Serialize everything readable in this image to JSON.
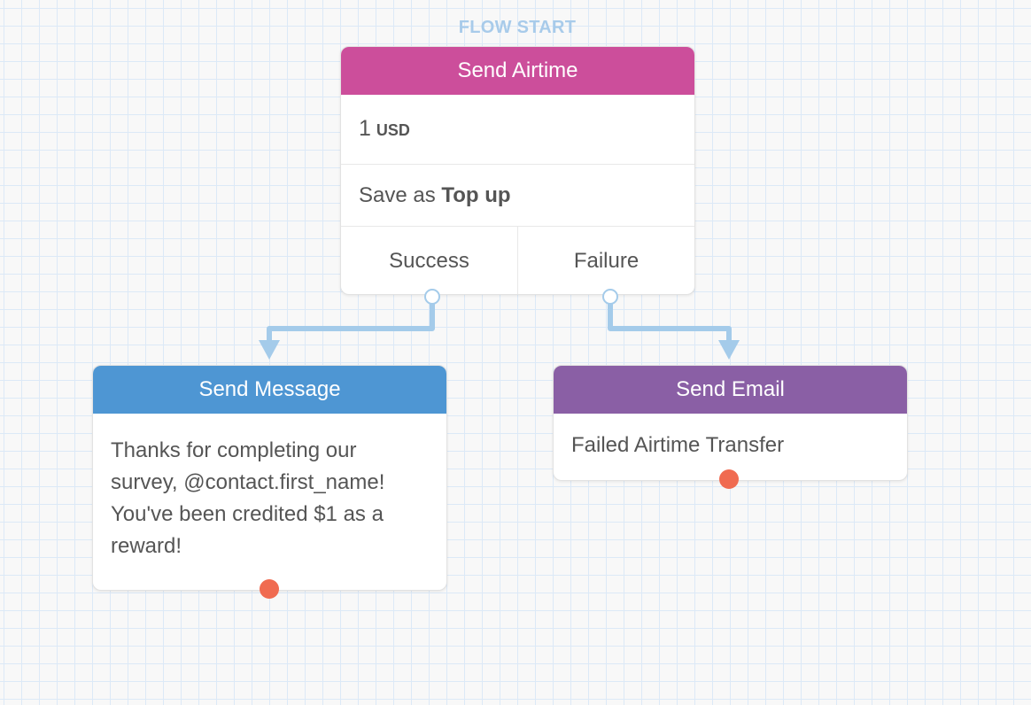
{
  "flow_start_label": "FLOW START",
  "airtime_node": {
    "title": "Send Airtime",
    "amount": "1",
    "currency": "USD",
    "save_prefix": "Save as",
    "save_name": "Top up",
    "exits": [
      "Success",
      "Failure"
    ]
  },
  "message_node": {
    "title": "Send Message",
    "text": "Thanks for completing our survey, @contact.first_name! You've been credited $1 as a reward!"
  },
  "email_node": {
    "title": "Send Email",
    "subject": "Failed Airtime Transfer"
  },
  "colors": {
    "airtime_header": "#cc4e9b",
    "message_header": "#4e96d3",
    "email_header": "#8a5fa5",
    "connector": "#a4cbea",
    "exit_dot": "#f06b51"
  }
}
